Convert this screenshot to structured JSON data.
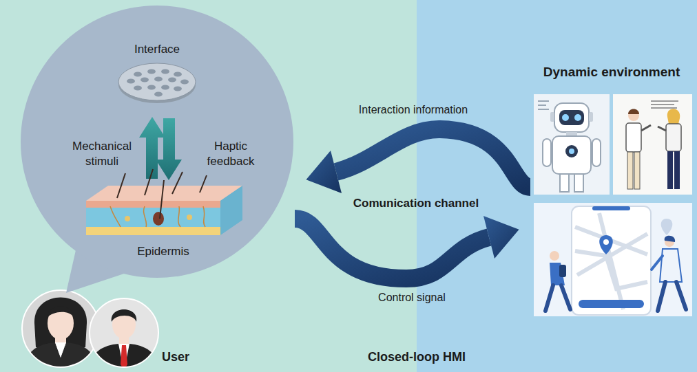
{
  "diagram": {
    "nodes": [
      {
        "text": [
          "Interface",
          "Mechanical stimuli",
          "Haptic feedback",
          "Epidermis"
        ]
      },
      {
        "text": [
          "Dynamic environment"
        ]
      }
    ],
    "edges": [
      {
        "from": 1,
        "to": 0,
        "arrow": "to",
        "label": "Interaction information"
      },
      {
        "from": 0,
        "to": 1,
        "arrow": "to",
        "label": "Control signal"
      }
    ],
    "labels": [
      "Comunication channel",
      "User",
      "Closed-loop HMI"
    ]
  }
}
